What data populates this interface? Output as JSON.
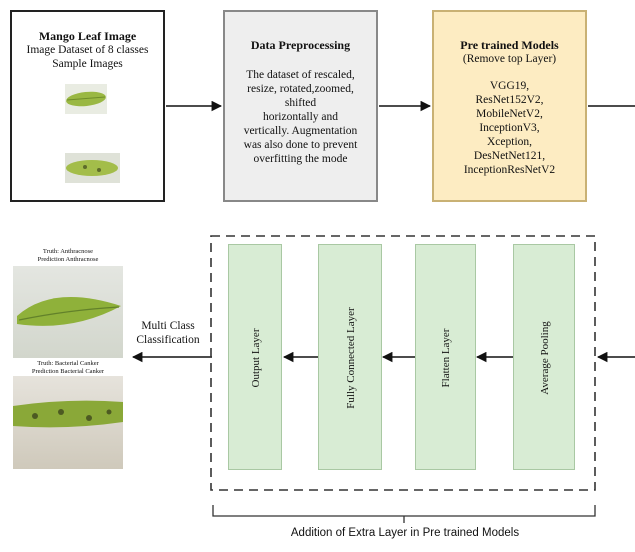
{
  "input_box": {
    "title": "Mango Leaf Image",
    "line1": "Image Dataset of 8 classes",
    "line2": "Sample Images"
  },
  "preprocessing_box": {
    "title": "Data Preprocessing",
    "lines": [
      "The dataset of rescaled,",
      "resize, rotated,zoomed,",
      "shifted",
      "horizontally and",
      "vertically. Augmentation",
      "was also done to prevent",
      "overfitting the mode"
    ]
  },
  "pretrained_box": {
    "title": "Pre trained Models",
    "subtitle": "(Remove top Layer)",
    "models": [
      "VGG19,",
      "ResNet152V2,",
      "MobileNetV2,",
      "InceptionV3,",
      "Xception,",
      "DesNetNet121,",
      "InceptionResNetV2"
    ]
  },
  "extra_layers": {
    "output": "Output Layer",
    "fully_connected": "Fully Connected Layer",
    "flatten": "Flatten Layer",
    "pooling": "Average Pooling"
  },
  "classification_label": [
    "Multi Class",
    "Classification"
  ],
  "results": {
    "sample1_truth": "Truth: Anthracnose",
    "sample1_prediction": "Prediction Anthracnose",
    "sample2_truth": "Truth: Bacterial Canker",
    "sample2_prediction": "Prediction Bacterial Canker"
  },
  "brace_caption": "Addition of Extra Layer in Pre trained Models",
  "colors": {
    "preprocessing_fill": "#eeeeee",
    "pretrained_fill": "#fdecc2",
    "layer_fill": "#d8ecd4"
  }
}
